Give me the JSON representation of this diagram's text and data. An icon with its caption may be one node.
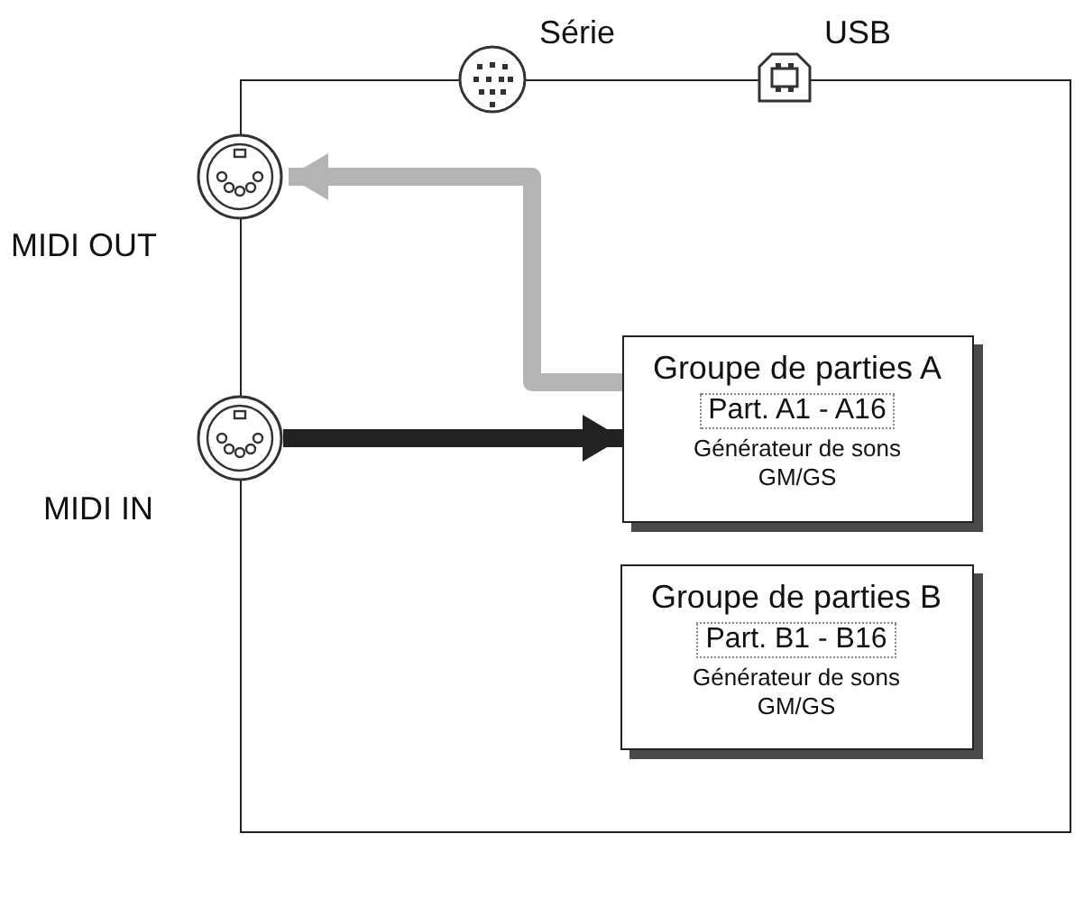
{
  "diagram": {
    "nodes": [
      {
        "text": [],
        "shape": "box"
      },
      {
        "text": [],
        "shape": "circle",
        "beside": [
          "MIDI OUT"
        ]
      },
      {
        "text": [],
        "shape": "circle",
        "beside": [
          "MIDI IN"
        ]
      },
      {
        "text": [],
        "shape": "circle",
        "beside": [
          "Série"
        ]
      },
      {
        "text": [],
        "shape": "box",
        "beside": [
          "USB"
        ]
      },
      {
        "text": [
          "Groupe de parties A",
          "Part. A1 - A16",
          "Générateur de sons GM/GS"
        ],
        "in": 0
      },
      {
        "text": [
          "Groupe de parties B",
          "Part. B1 - B16",
          "Générateur de sons GM/GS"
        ],
        "in": 0
      }
    ],
    "edges": [
      {
        "from": 5,
        "to": 1,
        "arrow": "to",
        "color": "#b4b4b4"
      },
      {
        "from": 2,
        "to": 5,
        "arrow": "to",
        "color": "#222222"
      }
    ]
  }
}
